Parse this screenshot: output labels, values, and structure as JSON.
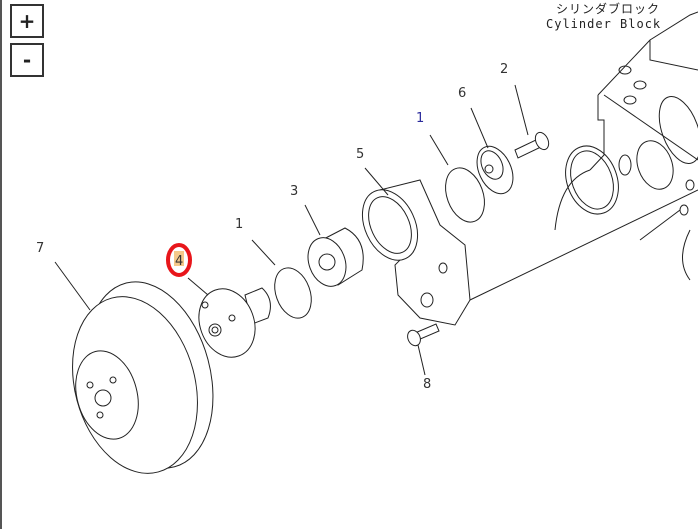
{
  "zoom_controls": {
    "zoom_in": "+",
    "zoom_out": "-"
  },
  "diagram": {
    "title_jp": "シリンダブロック",
    "title_en": "Cylinder Block",
    "callouts": [
      {
        "id": "7",
        "label": "7"
      },
      {
        "id": "4",
        "label": "4",
        "highlighted": true
      },
      {
        "id": "1a",
        "label": "1"
      },
      {
        "id": "3",
        "label": "3"
      },
      {
        "id": "5",
        "label": "5"
      },
      {
        "id": "1b",
        "label": "1"
      },
      {
        "id": "6",
        "label": "6"
      },
      {
        "id": "2",
        "label": "2"
      },
      {
        "id": "8",
        "label": "8"
      }
    ],
    "highlight_color": "#e8161b",
    "highlight_fill": "#f5c98a"
  }
}
